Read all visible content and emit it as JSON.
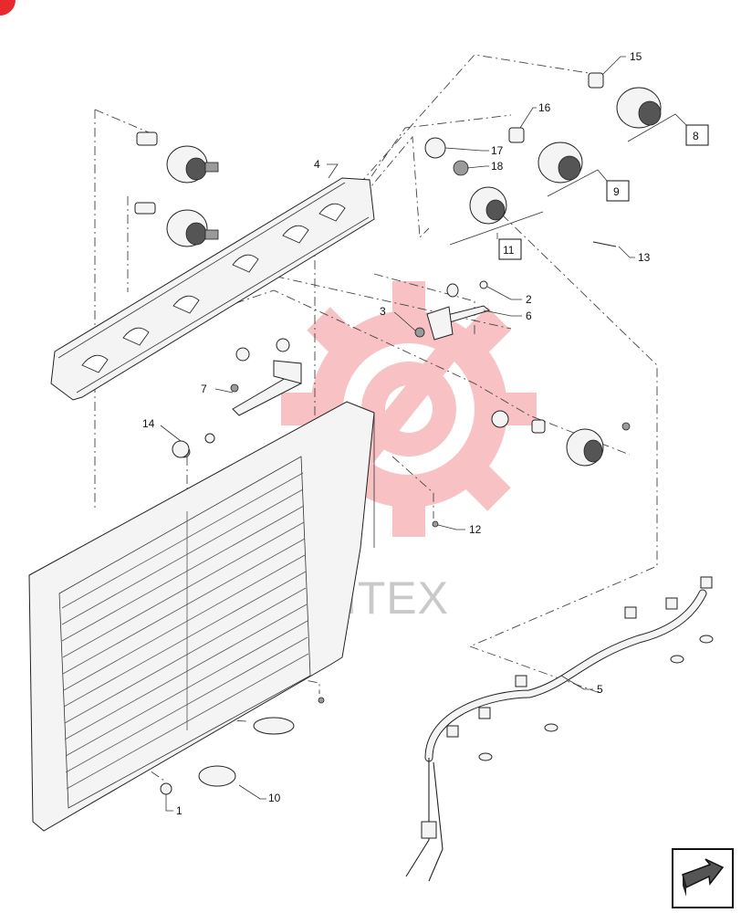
{
  "watermark": {
    "text": "MHTEX",
    "color": "#e8292e"
  },
  "callouts": {
    "c1": "1",
    "c2": "2",
    "c3": "3",
    "c4": "4",
    "c5": "5",
    "c6": "6",
    "c7": "7",
    "c10": "10",
    "c12": "12",
    "c13": "13",
    "c14": "14",
    "c15": "15",
    "c16": "16",
    "c17": "17",
    "c18": "18"
  },
  "boxed_refs": {
    "b8": "8",
    "b9": "9",
    "b11": "11"
  },
  "icons": {
    "corner_badge": "red-corner-badge",
    "next_page": "next-page-arrow-icon"
  }
}
